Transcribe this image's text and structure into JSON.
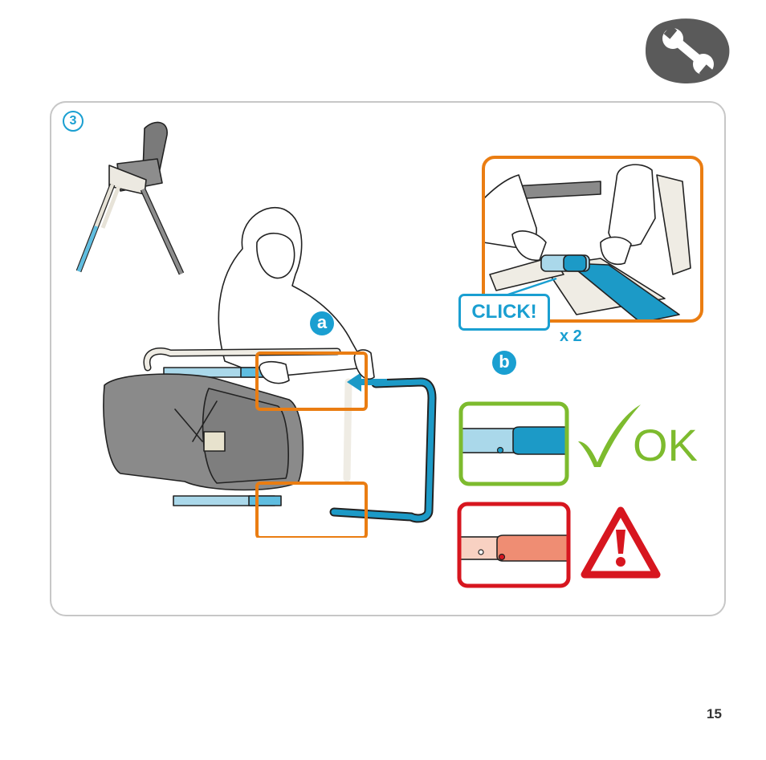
{
  "header": {
    "icon": "wrench-icon"
  },
  "step": {
    "number": "3",
    "substep_a": "a",
    "substep_b": "b",
    "click_text": "CLICK!",
    "times_text": "x 2",
    "ok_text": "OK",
    "correct_icon": "checkmark-icon",
    "warning_icon": "warning-triangle-icon"
  },
  "page": {
    "number": "15"
  },
  "colors": {
    "accent_blue": "#1a9fd1",
    "highlight_orange": "#ea7d12",
    "ok_green": "#7dbb2e",
    "warning_red": "#d7161f",
    "badge_gray": "#5a5a5a",
    "panel_border": "#c7c7c7"
  }
}
